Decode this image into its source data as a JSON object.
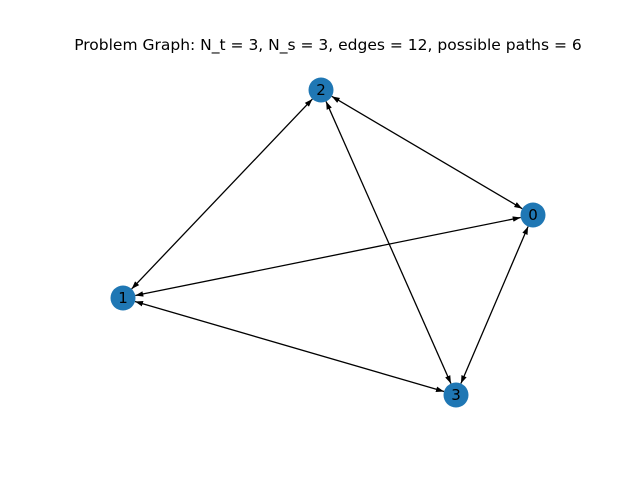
{
  "title": "Problem Graph: N_t = 3, N_s = 3, edges = 12, possible paths = 6",
  "colors": {
    "node_fill": "#1f77b4",
    "edge": "#000000",
    "background": "#ffffff"
  },
  "graph": {
    "directed": true,
    "nodes": [
      {
        "id": "0",
        "label": "0"
      },
      {
        "id": "1",
        "label": "1"
      },
      {
        "id": "2",
        "label": "2"
      },
      {
        "id": "3",
        "label": "3"
      }
    ],
    "edges": [
      {
        "from": "0",
        "to": "1"
      },
      {
        "from": "1",
        "to": "0"
      },
      {
        "from": "0",
        "to": "2"
      },
      {
        "from": "2",
        "to": "0"
      },
      {
        "from": "0",
        "to": "3"
      },
      {
        "from": "3",
        "to": "0"
      },
      {
        "from": "1",
        "to": "2"
      },
      {
        "from": "2",
        "to": "1"
      },
      {
        "from": "1",
        "to": "3"
      },
      {
        "from": "3",
        "to": "1"
      },
      {
        "from": "2",
        "to": "3"
      },
      {
        "from": "3",
        "to": "2"
      }
    ]
  }
}
